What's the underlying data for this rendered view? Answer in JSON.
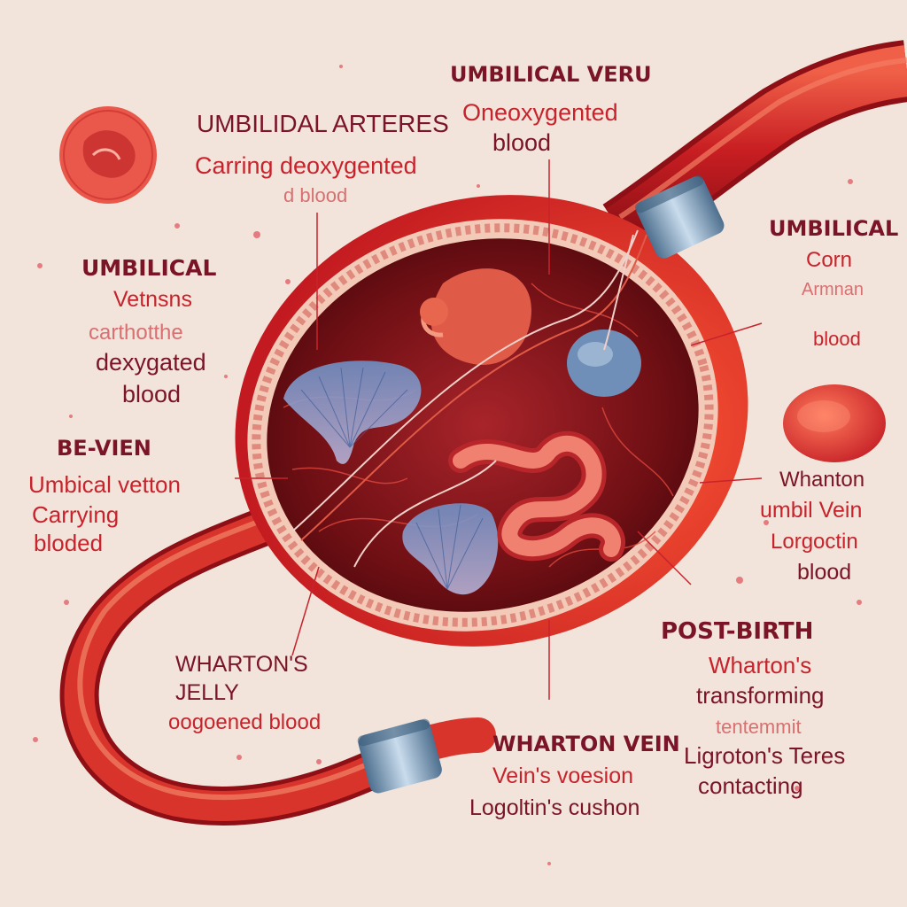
{
  "labels": {
    "arteries": {
      "title": "UMBILIDAL ARTERES",
      "lines": [
        "Carring deoxygented",
        "d blood"
      ]
    },
    "top_vein": {
      "title": "UMBILICAL VERU",
      "lines": [
        "Oneoxygented",
        "blood"
      ]
    },
    "right_cord": {
      "title": "UMBILICAL",
      "lines": [
        "Corn",
        "Armnan",
        "blood"
      ]
    },
    "left_veins": {
      "title": "UMBILICAL",
      "lines": [
        "Vetnsns",
        "carthotthe",
        "dexygated",
        "blood"
      ]
    },
    "left_mid": {
      "title": "BE-VIEN",
      "lines": [
        "Umbical vetton",
        "Carrying",
        "bloded"
      ]
    },
    "right_mid": {
      "title": "Whanton",
      "lines": [
        "umbil Vein",
        "Lorgoctin",
        "blood"
      ]
    },
    "post_birth": {
      "title": "POST-BIRTH",
      "lines": [
        "Wharton's",
        "transforming",
        "tentemmit",
        "Ligroton's Teres",
        "contacting"
      ]
    },
    "jelly": {
      "title_lines": [
        "WHARTON'S",
        "JELLY"
      ],
      "line": "oogoened blood"
    },
    "bottom_vein": {
      "title": "WHARTON VEIN",
      "lines": [
        "Vein's voesion",
        "Logoltin's cushon"
      ]
    }
  },
  "colors": {
    "background": "#f2e4da",
    "heading": "#7a1426",
    "text_red": "#c8232c",
    "vessel": "#d8342c",
    "tissue_dark": "#6e0f14",
    "clamp": "#7aa0c0"
  }
}
